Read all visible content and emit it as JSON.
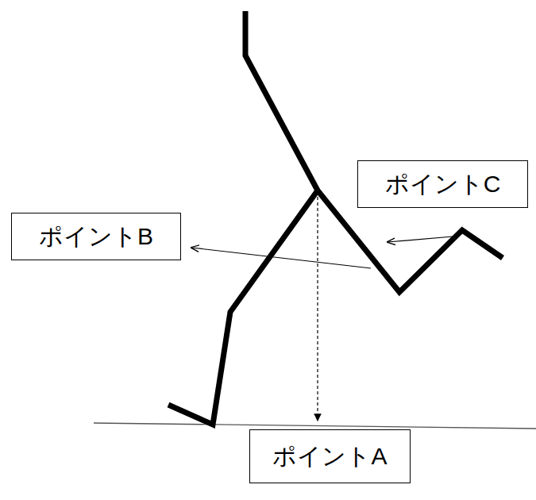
{
  "diagram": {
    "nodes": [
      {
        "text": [
          "ポイントC"
        ]
      },
      {
        "text": [
          "ポイントB"
        ]
      },
      {
        "text": [
          "ポイントA"
        ]
      }
    ]
  }
}
